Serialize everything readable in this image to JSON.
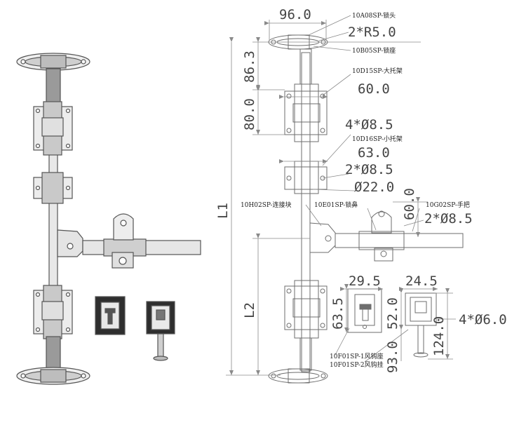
{
  "colors": {
    "line": "#6e6e6e",
    "metal": "#d4d4d4",
    "dark": "#2c2c2c",
    "dim": "#8a8a8a"
  },
  "dimensions": {
    "d_96": "96.0",
    "d_2r5": "2*R5.0",
    "d_86_3": "86.3",
    "d_60": "60.0",
    "d_80": "80.0",
    "d_4phi85": "4*Ø8.5",
    "d_63": "63.0",
    "d_2phi85_a": "2*Ø8.5",
    "d_phi22": "Ø22.0",
    "d_60_v": "60.0",
    "d_2phi85_b": "2*Ø8.5",
    "d_l1": "L1",
    "d_l2": "L2",
    "d_29_5": "29.5",
    "d_24_5": "24.5",
    "d_63_5": "63.5",
    "d_52": "52.0",
    "d_4phi6": "4*Ø6.0",
    "d_124": "124.0",
    "d_93": "93.0"
  },
  "parts": {
    "lock_head": "10A08SP-锁头",
    "lock_seat": "10B05SP-锁座",
    "large_bracket": "10D15SP-大托架",
    "small_bracket": "10D16SP-小托架",
    "connector": "10H02SP-连接块",
    "lock_nose": "10E01SP-锁鼻",
    "handle": "10G02SP-手把",
    "hook_seat": "10F01SP-1风钩座",
    "hook": "10F01SP-2风钩挂"
  }
}
